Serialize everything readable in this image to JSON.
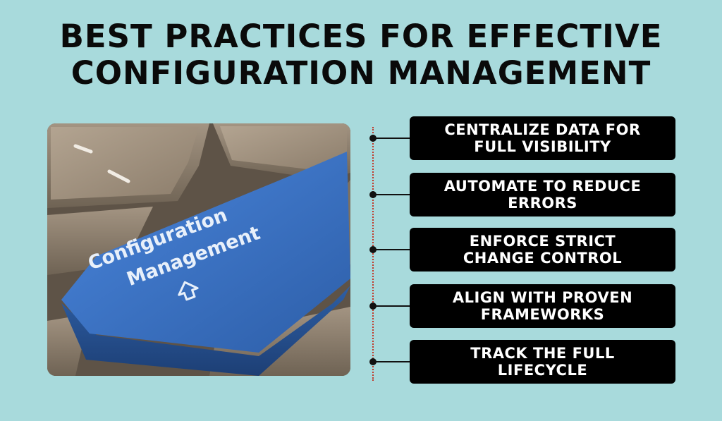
{
  "title": {
    "line1": "BEST PRACTICES FOR EFFECTIVE",
    "line2": "CONFIGURATION MANAGEMENT"
  },
  "photo": {
    "key_line1": "Configuration",
    "key_line2": "Management",
    "key_color": "#3a6fc4"
  },
  "practices": [
    {
      "line1": "CENTRALIZE DATA FOR",
      "line2": "FULL VISIBILITY"
    },
    {
      "line1": "AUTOMATE TO REDUCE",
      "line2": "ERRORS"
    },
    {
      "line1": "ENFORCE STRICT",
      "line2": "CHANGE CONTROL"
    },
    {
      "line1": "ALIGN WITH PROVEN",
      "line2": "FRAMEWORKS"
    },
    {
      "line1": "TRACK THE FULL",
      "line2": "LIFECYCLE"
    }
  ],
  "colors": {
    "background": "#a8dadc",
    "box": "#000000",
    "timeline": "#c0392b"
  }
}
